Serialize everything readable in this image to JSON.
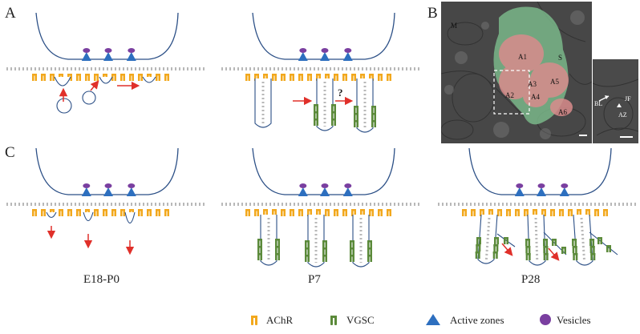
{
  "panel_letters": {
    "a": "A",
    "b": "B",
    "c": "C"
  },
  "panel_a": {
    "question_mark": "?"
  },
  "panel_b": {
    "labels": {
      "m": "M",
      "a1": "A1",
      "a2": "A2",
      "a3": "A3",
      "a4": "A4",
      "a5": "A5",
      "a6": "A6",
      "s": "S"
    },
    "inset_labels": {
      "bl": "BL",
      "jf": "JF",
      "az": "AZ"
    },
    "colors": {
      "terminal": "#d98c8c",
      "schwann": "#7fc28f",
      "micrograph": "#474747"
    }
  },
  "panel_c": {
    "stage_labels": [
      "E18-P0",
      "P7",
      "P28"
    ]
  },
  "legend": {
    "items": [
      {
        "icon": "achr-icon",
        "label": "AChR",
        "color": "#f2a81d"
      },
      {
        "icon": "vgsc-icon",
        "label": "VGSC",
        "color": "#5b8a3a"
      },
      {
        "icon": "active-zone-icon",
        "label": "Active zones",
        "color": "#2d6fbf"
      },
      {
        "icon": "vesicle-icon",
        "label": "Vesicles",
        "color": "#7a3fa0"
      }
    ]
  },
  "colors": {
    "membrane": "#2b4f86",
    "arrow": "#e0302a",
    "fold_dots": "#b8b8b8"
  }
}
